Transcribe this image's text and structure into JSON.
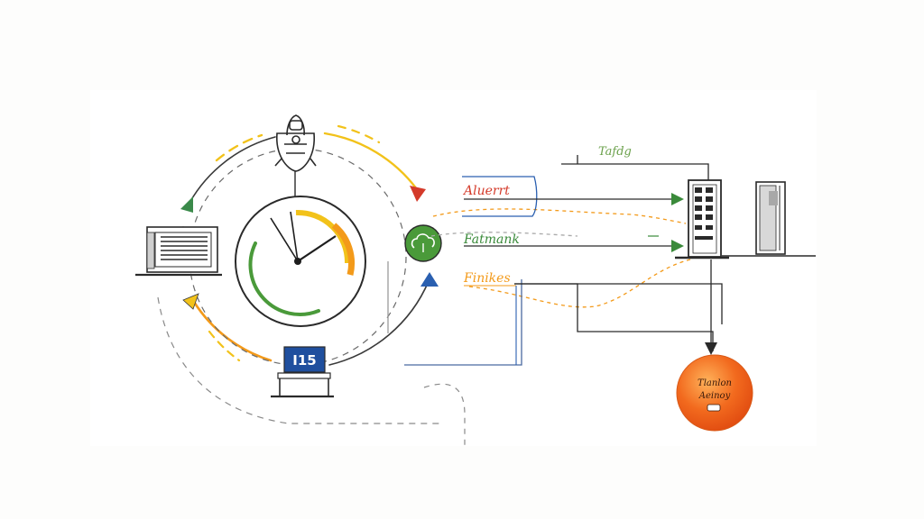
{
  "labels": {
    "top": "Tafdg",
    "alert": "Aluerrt",
    "network": "Fatmank",
    "finance": "Finikes",
    "badge": "I15",
    "ball_line1": "Tlanlon",
    "ball_line2": "Aeinoy"
  },
  "colors": {
    "ink": "#2a2a2a",
    "orange": "#f39a1a",
    "yellow": "#f2c21a",
    "green": "#4a9a3a",
    "red": "#d43a2a",
    "blue": "#2a5fb0",
    "orange_ball": "#f26a1e"
  },
  "icons": {
    "top": "lightbulb-tripod-icon",
    "left": "air-conditioner-icon",
    "node": "cloud-icon",
    "badge": "display-stand-icon",
    "server": "server-rack-icon",
    "tower": "server-tower-icon",
    "ball": "orange-sphere-icon"
  }
}
